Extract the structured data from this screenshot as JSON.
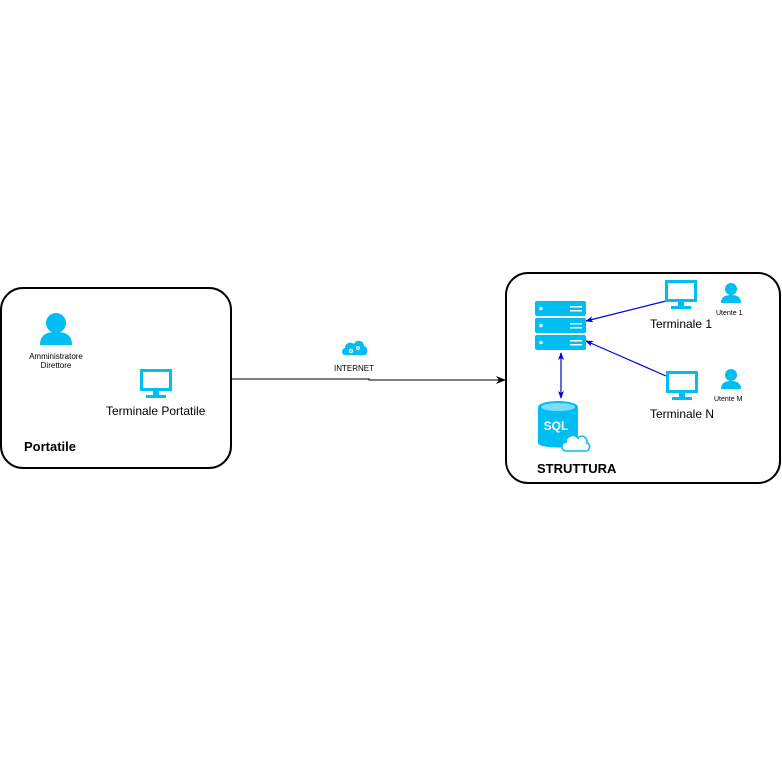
{
  "portatile": {
    "title": "Portatile",
    "user_label_1": "Amministratore",
    "user_label_2": "Direttore",
    "terminal_label": "Terminale Portatile"
  },
  "internet": {
    "label": "INTERNET"
  },
  "struttura": {
    "title": "STRUTTURA",
    "terminal_1": "Terminale 1",
    "terminal_n": "Terminale N",
    "user_1": "Utente 1",
    "user_m": "Utente M"
  },
  "colors": {
    "icon": "#00bef2",
    "arrow_blue": "#0000dd",
    "arrow_black": "#000000"
  },
  "icons": [
    "user-icon",
    "monitor-icon",
    "cloud-gear-icon",
    "server-icon",
    "sql-database-icon"
  ]
}
